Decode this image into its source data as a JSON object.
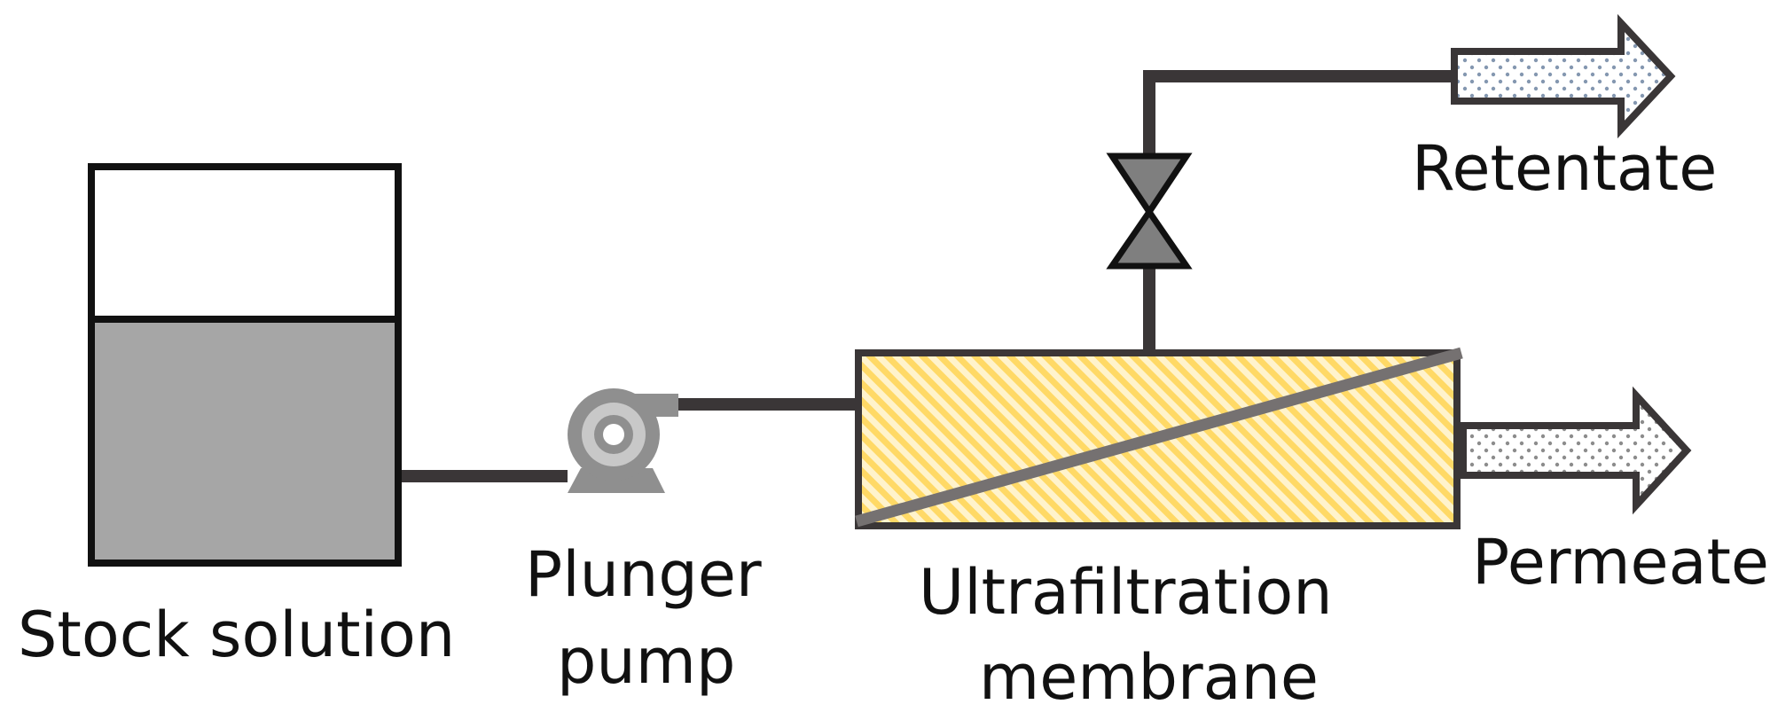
{
  "labels": {
    "stock_solution": "Stock solution",
    "plunger_line1": "Plunger",
    "plunger_line2": "pump",
    "membrane_line1": "Ultrafiltration",
    "membrane_line2": "membrane",
    "retentate": "Retentate",
    "permeate": "Permeate"
  },
  "colors": {
    "line": "#3a3637",
    "liquid": "#a6a6a6",
    "pump": "#8f8f8f",
    "membrane_fill_a": "#ffd966",
    "membrane_fill_b": "#fff3cc",
    "valve": "#7f7f7f",
    "arrow_dots": "#8497b0"
  },
  "components": {
    "tank": "stock-solution-tank",
    "pump": "plunger-pump",
    "valve": "valve-icon",
    "membrane": "ultrafiltration-membrane",
    "retentate_arrow": "arrow-right-icon",
    "permeate_arrow": "arrow-right-icon"
  }
}
